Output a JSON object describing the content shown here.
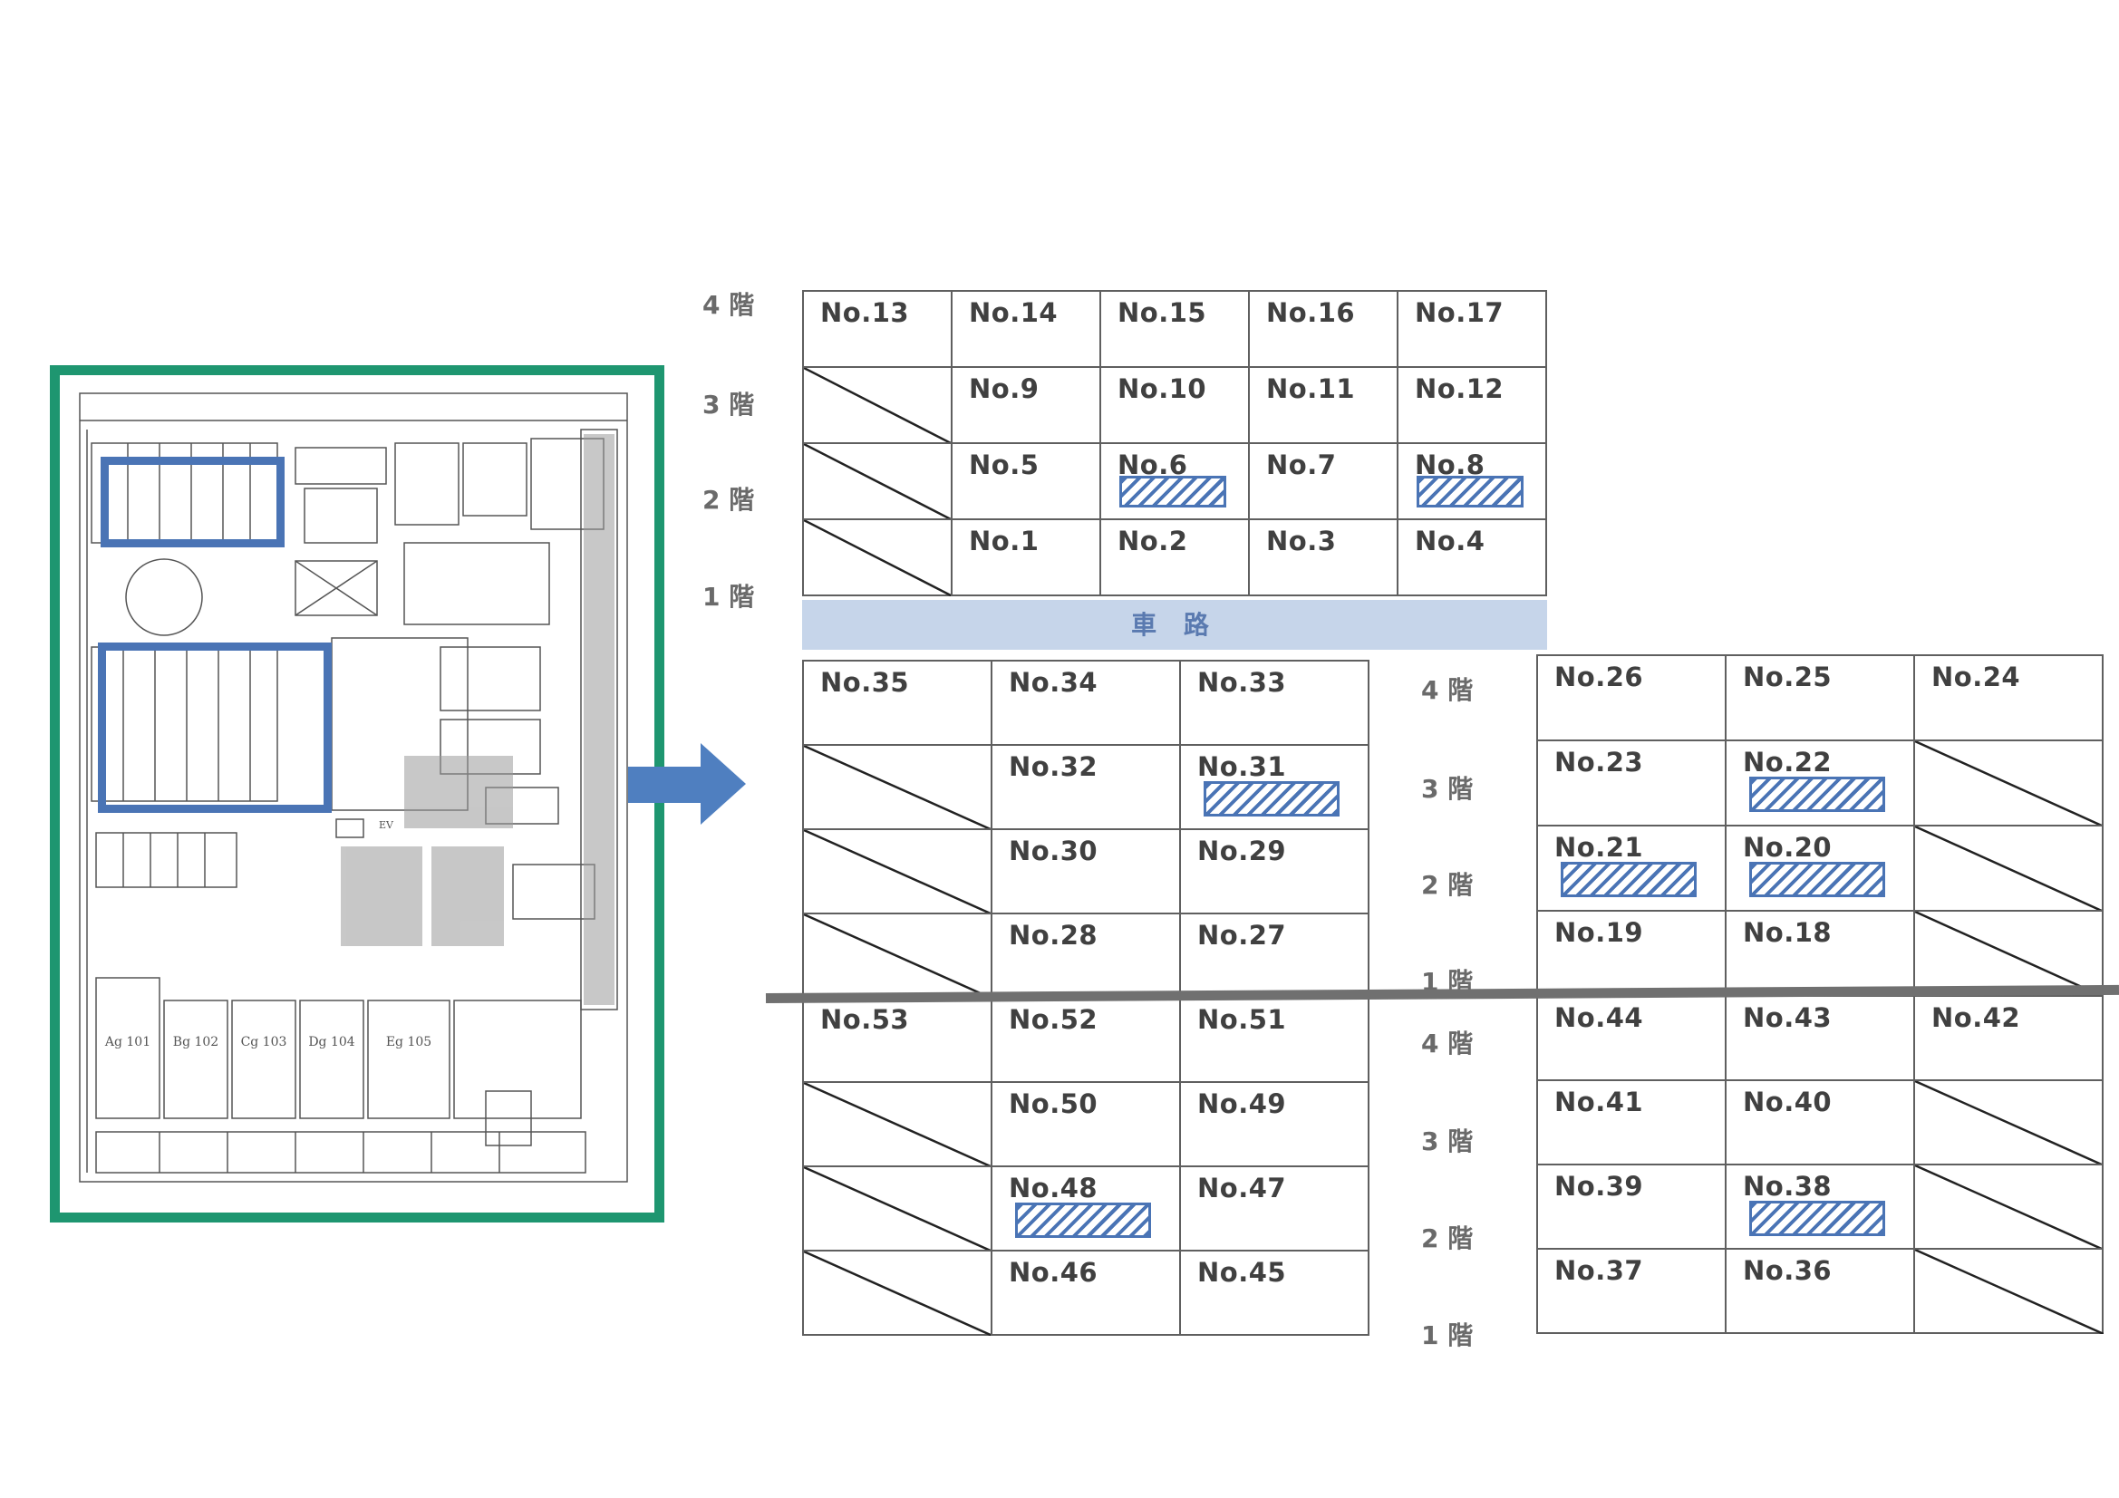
{
  "floors": [
    "4 階",
    "3 階",
    "2 階",
    "1 階"
  ],
  "road_label": "車 路",
  "arrow_color": "#4f7fc0",
  "frame_color": "#1e9670",
  "highlight_color": "#4a74b5",
  "blocks": {
    "top": {
      "rows": [
        [
          "No.13",
          "No.14",
          "No.15",
          "No.16",
          "No.17"
        ],
        [
          "",
          "No.9",
          "No.10",
          "No.11",
          "No.12"
        ],
        [
          "",
          "No.5",
          "No.6",
          "No.7",
          "No.8"
        ],
        [
          "",
          "No.1",
          "No.2",
          "No.3",
          "No.4"
        ]
      ]
    },
    "bottom_left_upper": {
      "rows": [
        [
          "No.35",
          "No.34",
          "No.33"
        ],
        [
          "",
          "No.32",
          "No.31"
        ],
        [
          "",
          "No.30",
          "No.29"
        ],
        [
          "",
          "No.28",
          "No.27"
        ]
      ]
    },
    "bottom_left_lower": {
      "rows": [
        [
          "No.53",
          "No.52",
          "No.51"
        ],
        [
          "",
          "No.50",
          "No.49"
        ],
        [
          "",
          "No.48",
          "No.47"
        ],
        [
          "",
          "No.46",
          "No.45"
        ]
      ]
    },
    "bottom_right_upper": {
      "rows": [
        [
          "No.26",
          "No.25",
          "No.24"
        ],
        [
          "No.23",
          "No.22",
          ""
        ],
        [
          "No.21",
          "No.20",
          ""
        ],
        [
          "No.19",
          "No.18",
          ""
        ]
      ]
    },
    "bottom_right_lower": {
      "rows": [
        [
          "No.44",
          "No.43",
          "No.42"
        ],
        [
          "No.41",
          "No.40",
          ""
        ],
        [
          "No.39",
          "No.38",
          ""
        ],
        [
          "No.37",
          "No.36",
          ""
        ]
      ]
    }
  },
  "plan": {
    "units": [
      "Ag 101",
      "Bg 102",
      "Cg 103",
      "Dg 104",
      "Eg 105"
    ],
    "ev_label": "EV"
  }
}
